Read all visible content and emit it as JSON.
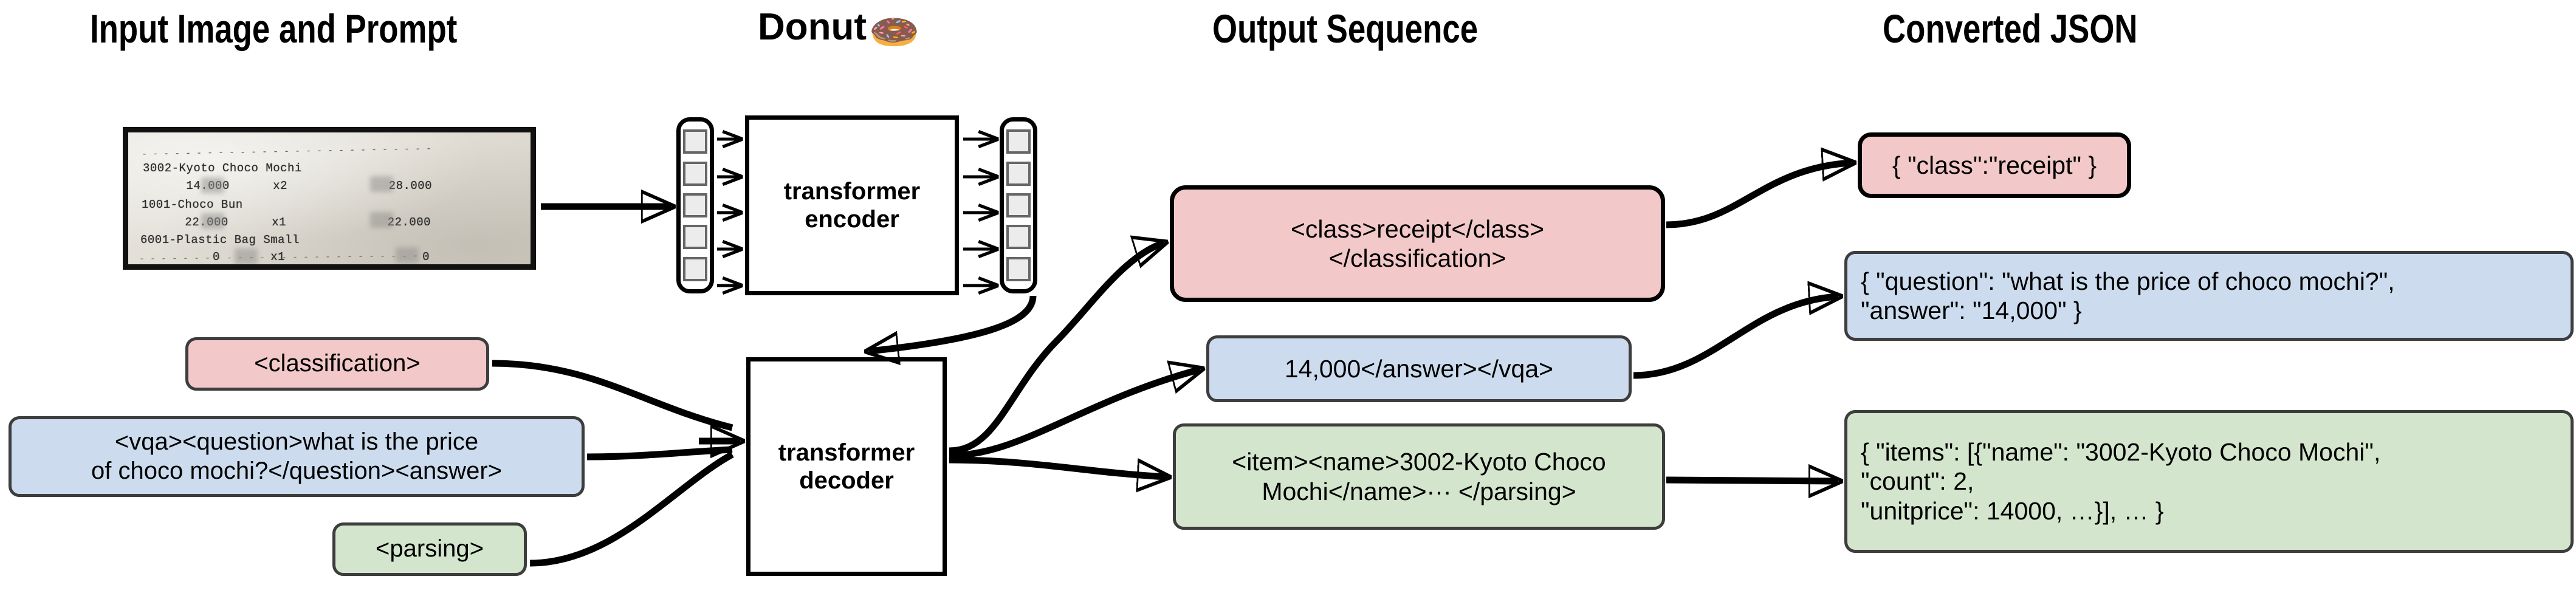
{
  "headers": {
    "input": "Input Image and Prompt",
    "model": "Donut",
    "model_emoji": "🍩",
    "output": "Output Sequence",
    "json": "Converted JSON"
  },
  "receipt": {
    "lines": [
      "3002-Kyoto Choco Mochi",
      "      14.000      x2              28.000",
      "1001-Choco Bun",
      "      22.000      x1              22.000",
      "6001-Plastic Bag Small",
      "          0       x1                   0"
    ],
    "rows": [
      {
        "name": "3002-Kyoto Choco Mochi",
        "unitprice": "14.000",
        "count": "x2",
        "total": "28.000"
      },
      {
        "name": "1001-Choco Bun",
        "unitprice": "22.000",
        "count": "x1",
        "total": "22.000"
      },
      {
        "name": "6001-Plastic Bag Small",
        "unitprice": "0",
        "count": "x1",
        "total": "0"
      }
    ],
    "separator": "- - - - - - - - - - - - - - - - - - - - - - - - - - -"
  },
  "model": {
    "encoder_label": "transformer\nencoder",
    "decoder_label": "transformer\ndecoder",
    "encoder_input_tokens": 5,
    "encoder_output_tokens": 5
  },
  "prompts": [
    {
      "id": "classification",
      "text": "<classification>",
      "color": "#f2c9c8"
    },
    {
      "id": "vqa",
      "text": "<vqa><question>what is the price\nof choco mochi?</question><answer>",
      "color": "#ccdcee"
    },
    {
      "id": "parsing",
      "text": "<parsing>",
      "color": "#d4e5cd"
    }
  ],
  "output_sequence": [
    {
      "id": "classification",
      "text": "<class>receipt</class>\n</classification>",
      "color": "#f2c9c8"
    },
    {
      "id": "vqa",
      "text": "14,000</answer></vqa>",
      "color": "#ccdcee"
    },
    {
      "id": "parsing",
      "text": "<item><name>3002-Kyoto Choco\nMochi</name>··· </parsing>",
      "color": "#d4e5cd"
    }
  ],
  "converted_json": [
    {
      "id": "classification",
      "text": "{ \"class\":\"receipt\" }",
      "color": "#f2c9c8"
    },
    {
      "id": "vqa",
      "text": "{ \"question\": \"what is the price of choco mochi?\",\n   \"answer\": \"14,000\" }",
      "color": "#ccdcee"
    },
    {
      "id": "parsing",
      "text": "{ \"items\": [{\"name\": \"3002-Kyoto Choco Mochi\",\n      \"count\": 2,\n      \"unitprice\": 14000, …}], … }",
      "color": "#d4e5cd"
    }
  ],
  "colors": {
    "pink": "#f2c9c8",
    "blue": "#ccdcee",
    "green": "#d4e5cd",
    "box_border": "#3d3d3d",
    "line": "#000000",
    "token_fill": "#ececec"
  }
}
